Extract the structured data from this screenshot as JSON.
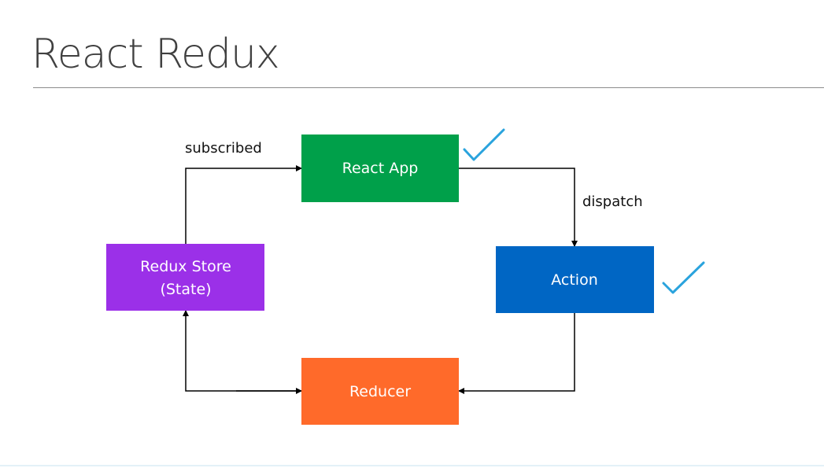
{
  "title": "React Redux",
  "nodes": {
    "react_app": {
      "label": "React App",
      "color": "#00a04a"
    },
    "action": {
      "label": "Action",
      "color": "#0066c4"
    },
    "reducer": {
      "label": "Reducer",
      "color": "#ff6a2a"
    },
    "store": {
      "label_line1": "Redux Store",
      "label_line2": "(State)",
      "color": "#9b30e8"
    }
  },
  "edges": {
    "subscribed": "subscribed",
    "dispatch": "dispatch"
  },
  "marks": {
    "check_color": "#2aa3dd",
    "checked_nodes": [
      "react_app",
      "action"
    ]
  }
}
